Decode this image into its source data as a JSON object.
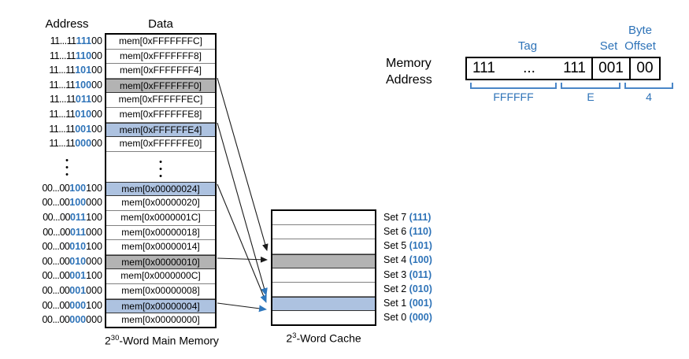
{
  "memory": {
    "header_address": "Address",
    "header_data": "Data",
    "caption_prefix": "2",
    "caption_exp": "30",
    "caption_suffix": "-Word Main Memory",
    "rows": [
      {
        "addr_prefix": "11...11",
        "addr_set": "111",
        "addr_off": "00",
        "data": "mem[0xFFFFFFFC]",
        "highlight": "none"
      },
      {
        "addr_prefix": "11...11",
        "addr_set": "110",
        "addr_off": "00",
        "data": "mem[0xFFFFFFF8]",
        "highlight": "none"
      },
      {
        "addr_prefix": "11...11",
        "addr_set": "101",
        "addr_off": "00",
        "data": "mem[0xFFFFFFF4]",
        "highlight": "none"
      },
      {
        "addr_prefix": "11...11",
        "addr_set": "100",
        "addr_off": "00",
        "data": "mem[0xFFFFFFF0]",
        "highlight": "grey"
      },
      {
        "addr_prefix": "11...11",
        "addr_set": "011",
        "addr_off": "00",
        "data": "mem[0xFFFFFFEC]",
        "highlight": "none"
      },
      {
        "addr_prefix": "11...11",
        "addr_set": "010",
        "addr_off": "00",
        "data": "mem[0xFFFFFFE8]",
        "highlight": "none"
      },
      {
        "addr_prefix": "11...11",
        "addr_set": "001",
        "addr_off": "00",
        "data": "mem[0xFFFFFFE4]",
        "highlight": "blue"
      },
      {
        "addr_prefix": "11...11",
        "addr_set": "000",
        "addr_off": "00",
        "data": "mem[0xFFFFFFE0]",
        "highlight": "none"
      },
      {
        "addr_prefix": "00...00",
        "addr_set": "100",
        "addr_off": "100",
        "data": "mem[0x00000024]",
        "highlight": "blue"
      },
      {
        "addr_prefix": "00...00",
        "addr_set": "100",
        "addr_off": "000",
        "data": "mem[0x00000020]",
        "highlight": "none"
      },
      {
        "addr_prefix": "00...00",
        "addr_set": "011",
        "addr_off": "100",
        "data": "mem[0x0000001C]",
        "highlight": "none"
      },
      {
        "addr_prefix": "00...00",
        "addr_set": "011",
        "addr_off": "000",
        "data": "mem[0x00000018]",
        "highlight": "none"
      },
      {
        "addr_prefix": "00...00",
        "addr_set": "010",
        "addr_off": "100",
        "data": "mem[0x00000014]",
        "highlight": "none"
      },
      {
        "addr_prefix": "00...00",
        "addr_set": "010",
        "addr_off": "000",
        "data": "mem[0x00000010]",
        "highlight": "grey"
      },
      {
        "addr_prefix": "00...00",
        "addr_set": "001",
        "addr_off": "100",
        "data": "mem[0x0000000C]",
        "highlight": "none"
      },
      {
        "addr_prefix": "00...00",
        "addr_set": "001",
        "addr_off": "000",
        "data": "mem[0x00000008]",
        "highlight": "none"
      },
      {
        "addr_prefix": "00...00",
        "addr_set": "000",
        "addr_off": "100",
        "data": "mem[0x00000004]",
        "highlight": "blue"
      },
      {
        "addr_prefix": "00...00",
        "addr_set": "000",
        "addr_off": "000",
        "data": "mem[0x00000000]",
        "highlight": "none"
      }
    ],
    "ellipsis_glyph": "•"
  },
  "cache": {
    "caption_prefix": "2",
    "caption_exp": "3",
    "caption_suffix": "-Word Cache",
    "sets": [
      {
        "name": "Set 7",
        "bits": "(111)",
        "highlight": "none"
      },
      {
        "name": "Set 6",
        "bits": "(110)",
        "highlight": "none"
      },
      {
        "name": "Set 5",
        "bits": "(101)",
        "highlight": "none"
      },
      {
        "name": "Set 4",
        "bits": "(100)",
        "highlight": "grey"
      },
      {
        "name": "Set 3",
        "bits": "(011)",
        "highlight": "none"
      },
      {
        "name": "Set 2",
        "bits": "(010)",
        "highlight": "none"
      },
      {
        "name": "Set 1",
        "bits": "(001)",
        "highlight": "blue"
      },
      {
        "name": "Set 0",
        "bits": "(000)",
        "highlight": "none"
      }
    ]
  },
  "memory_address": {
    "label_line1": "Memory",
    "label_line2": "Address",
    "tag_top_label": "Tag",
    "set_top_label": "Set",
    "offset_top_label_line1": "Byte",
    "offset_top_label_line2": "Offset",
    "tag_value_left": "111",
    "tag_value_mid": "...",
    "tag_value_right": "111",
    "set_value": "001",
    "offset_value": "00",
    "tag_hex": "FFFFFF",
    "set_hex": "E",
    "offset_hex": "4"
  },
  "colors": {
    "accent_blue": "#2e73b8",
    "fill_blue": "#adc2e0",
    "fill_grey": "#b3b3b3",
    "bracket_blue": "#4a86c8",
    "arrow_black": "#1a1a1a",
    "arrow_blue": "#2e77bd"
  }
}
